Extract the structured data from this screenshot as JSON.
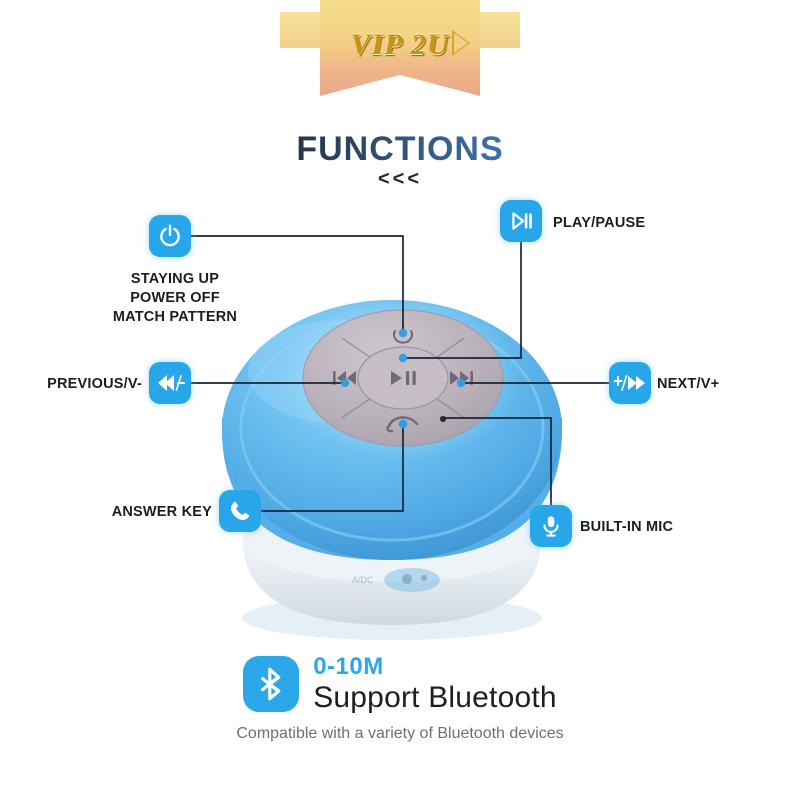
{
  "banner": {
    "text": "VIP 2U",
    "arrow_icon": "chevron-right-icon",
    "gradient_from": "#f6dd8c",
    "gradient_to": "#eca88b",
    "text_color": "#c99212"
  },
  "headline": {
    "title": "FUNCTIONS",
    "subtitle": "<<<",
    "gradient_from": "#15171a",
    "gradient_to": "#4e86c4"
  },
  "accent_color": "#27a7ea",
  "line_color": "#1b2a3d",
  "callouts": [
    {
      "id": "power",
      "icon": "power-icon",
      "label": "STAYING UP\nPOWER OFF\nMATCH PATTERN",
      "label_line_1": "STAYING UP",
      "label_line_2": "POWER OFF",
      "label_line_3": "MATCH PATTERN",
      "side": "left-top"
    },
    {
      "id": "play-pause",
      "icon": "play-pause-icon",
      "label": "PLAY/PAUSE",
      "side": "right-top"
    },
    {
      "id": "previous",
      "icon": "rewind-minus-icon",
      "label": "PREVIOUS/V-",
      "side": "left-middle"
    },
    {
      "id": "next",
      "icon": "plus-fast-forward-icon",
      "label": "NEXT/V+",
      "side": "right-middle"
    },
    {
      "id": "answer-key",
      "icon": "phone-icon",
      "label": "ANSWER KEY",
      "side": "left-bottom"
    },
    {
      "id": "built-in-mic",
      "icon": "microphone-icon",
      "label": "BUILT-IN MIC",
      "side": "right-bottom"
    }
  ],
  "product": {
    "name": "bluetooth-shower-speaker",
    "body_color": "#62b9ee",
    "pad_color": "#b6aeb8",
    "base_color": "#e9eef2",
    "pad_buttons": [
      {
        "id": "pad-power",
        "icon": "power-icon"
      },
      {
        "id": "pad-previous",
        "icon": "previous-track-icon"
      },
      {
        "id": "pad-play-pause",
        "icon": "play-pause-icon"
      },
      {
        "id": "pad-next",
        "icon": "next-track-icon"
      },
      {
        "id": "pad-answer",
        "icon": "phone-handset-icon"
      },
      {
        "id": "pad-mic-hole",
        "icon": "mic-hole-icon"
      }
    ]
  },
  "bluetooth": {
    "icon": "bluetooth-icon",
    "range": "0-10M",
    "title": "Support Bluetooth",
    "note": "Compatible with a variety of Bluetooth devices",
    "range_color": "#2ca8ea"
  }
}
